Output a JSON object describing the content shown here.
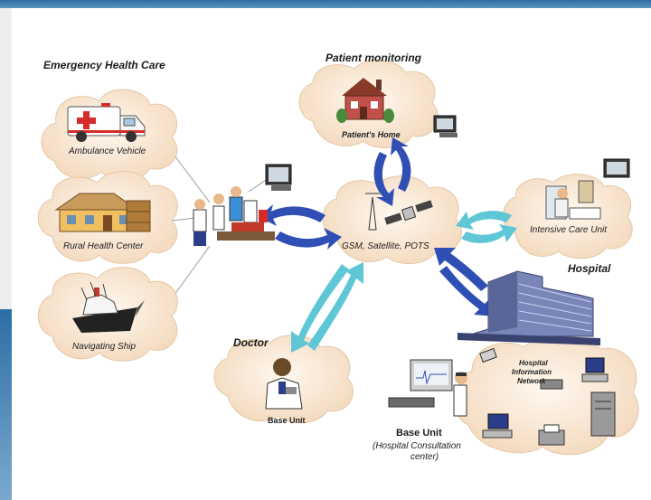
{
  "headings": {
    "emergency": "Emergency Health Care",
    "patient_monitoring": "Patient monitoring",
    "hospital": "Hospital",
    "doctor": "Doctor"
  },
  "nodes": {
    "ambulance": "Ambulance Vehicle",
    "rural": "Rural Health Center",
    "ship": "Navigating Ship",
    "home": "Patient's Home",
    "network": "GSM, Satellite, POTS",
    "icu": "Intensive Care Unit",
    "base_unit_doctor": "Base Unit",
    "hin_line1": "Hospital",
    "hin_line2": "Information",
    "hin_line3": "Network",
    "base_unit_hospital": "Base Unit",
    "consult_line1": "(Hospital Consultation",
    "consult_line2": "center)"
  },
  "colors": {
    "cloud": "#f8e4cd",
    "arrow_dark": "#2f4fb5",
    "arrow_light": "#5fc6d6"
  }
}
